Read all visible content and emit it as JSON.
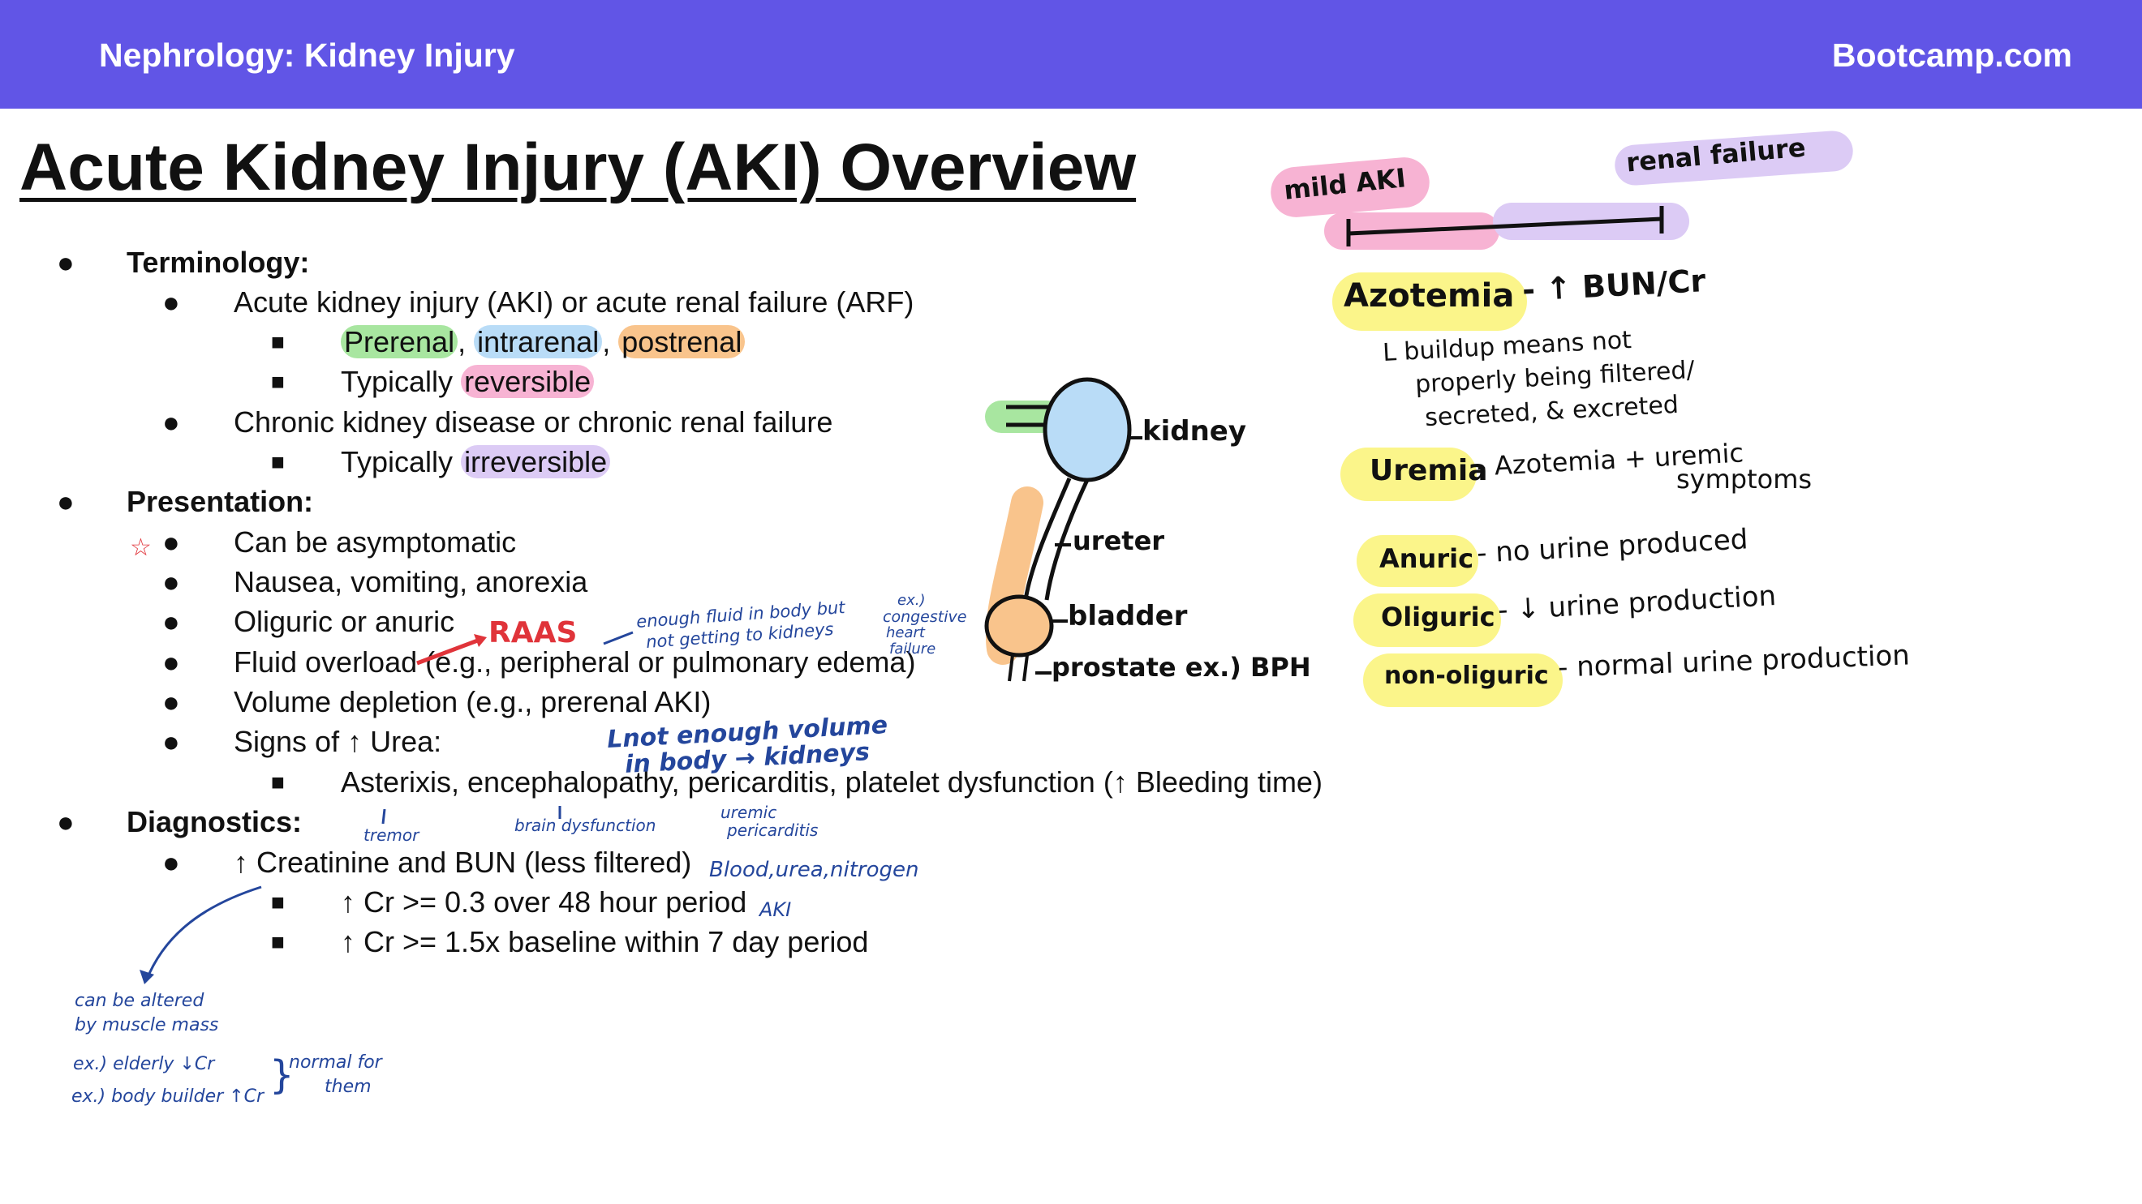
{
  "header": {
    "left": "Nephrology: Kidney Injury",
    "right": "Bootcamp.com"
  },
  "title": "Acute Kidney Injury (AKI) Overview",
  "bullets": {
    "l1": "●",
    "l2": "●",
    "l3": "■"
  },
  "outline": {
    "terminology": {
      "heading": "Terminology:",
      "aki": "Acute kidney injury (AKI) or acute renal failure (ARF)",
      "prerenal": "Prerenal",
      "intrarenal": "intrarenal",
      "postrenal": "postrenal",
      "sep": ",",
      "typically": "Typically",
      "reversible": "reversible",
      "ckd": "Chronic kidney disease or chronic renal failure",
      "irreversible": "irreversible"
    },
    "presentation": {
      "heading": "Presentation:",
      "items": [
        "Can be asymptomatic",
        "Nausea, vomiting, anorexia",
        "Oliguric or anuric",
        "Fluid overload (e.g., peripheral or pulmonary edema)",
        "Volume depletion (e.g., prerenal AKI)",
        "Signs of ↑ Urea:"
      ],
      "urea_sub": "Asterixis, encephalopathy, pericarditis, platelet dysfunction (↑ Bleeding time)"
    },
    "diagnostics": {
      "heading": "Diagnostics:",
      "item": "↑ Creatinine and BUN (less filtered)",
      "subs": [
        "↑ Cr >= 0.3 over 48 hour period",
        "↑ Cr >= 1.5x baseline within 7 day period"
      ]
    }
  },
  "handwritten": {
    "star": "☆",
    "raas": "RAAS",
    "fluid_note_1": "enough fluid in body but",
    "fluid_note_2": "not getting to kidneys",
    "ex_note_1": "ex.)",
    "ex_note_2": "congestive",
    "ex_note_3": "heart",
    "ex_note_4": "failure",
    "volume_1": "Lnot enough volume",
    "volume_2": "in body → kidneys",
    "tremor": "tremor",
    "brain": "brain dysfunction",
    "uremic_1": "uremic",
    "uremic_2": "pericarditis",
    "bun": "Blood,urea,nitrogen",
    "aki": "AKI",
    "muscle_1": "can be altered",
    "muscle_2": "by muscle  mass",
    "elderly": "ex.) elderly ↓Cr",
    "bodybuilder": "ex.) body builder ↑Cr",
    "brace": "}",
    "normal_1": "normal for",
    "normal_2": "them",
    "kidney": "kidney",
    "ureter": "ureter",
    "bladder": "bladder",
    "prostate": "prostate ex.) BPH",
    "mild_aki": "mild AKI",
    "renal_failure": "renal failure",
    "azotemia": "Azotemia",
    "azotemia_def": "- ↑ BUN/Cr",
    "buildup_1": "L buildup means not",
    "buildup_2": "properly being filtered/",
    "buildup_3": "secreted, & excreted",
    "uremia": "Uremia",
    "uremia_def_1": "- Azotemia + uremic",
    "uremia_def_2": "symptoms",
    "anuric": "Anuric",
    "anuric_def": "- no urine produced",
    "oliguric": "Oliguric",
    "oliguric_def": "- ↓ urine production",
    "nonoliguric": "non-oliguric",
    "nonoliguric_def": "- normal urine production"
  },
  "colors": {
    "header_bg": "#6155e6",
    "green": "#a8e6a0",
    "blue": "#b9dcf7",
    "orange": "#f9c48c",
    "pink": "#f7b3d3",
    "purple": "#dccbf5",
    "yellow": "#fbf58a",
    "ink_blue": "#24469c",
    "ink_red": "#e0343a"
  }
}
